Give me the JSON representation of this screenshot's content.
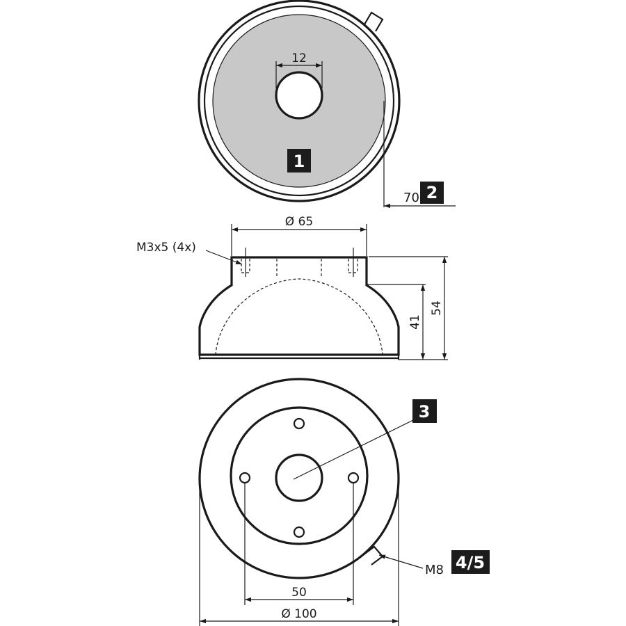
{
  "dimensions": {
    "hole_diameter": "12",
    "distance": "70",
    "outer_diameter_top": "Ø 65",
    "thread_spec": "M3x5 (4x)",
    "height_small": "41",
    "height_total": "54",
    "hole_circle": "50",
    "outer_diameter_bottom": "Ø 100",
    "side_thread": "M8"
  },
  "badges": {
    "b1": "1",
    "b2": "2",
    "b3": "3",
    "b45": "4/5"
  },
  "colors": {
    "line": "#1a1a1a",
    "face_fill": "#c8c8c8",
    "badge": "#1c1c1c"
  }
}
